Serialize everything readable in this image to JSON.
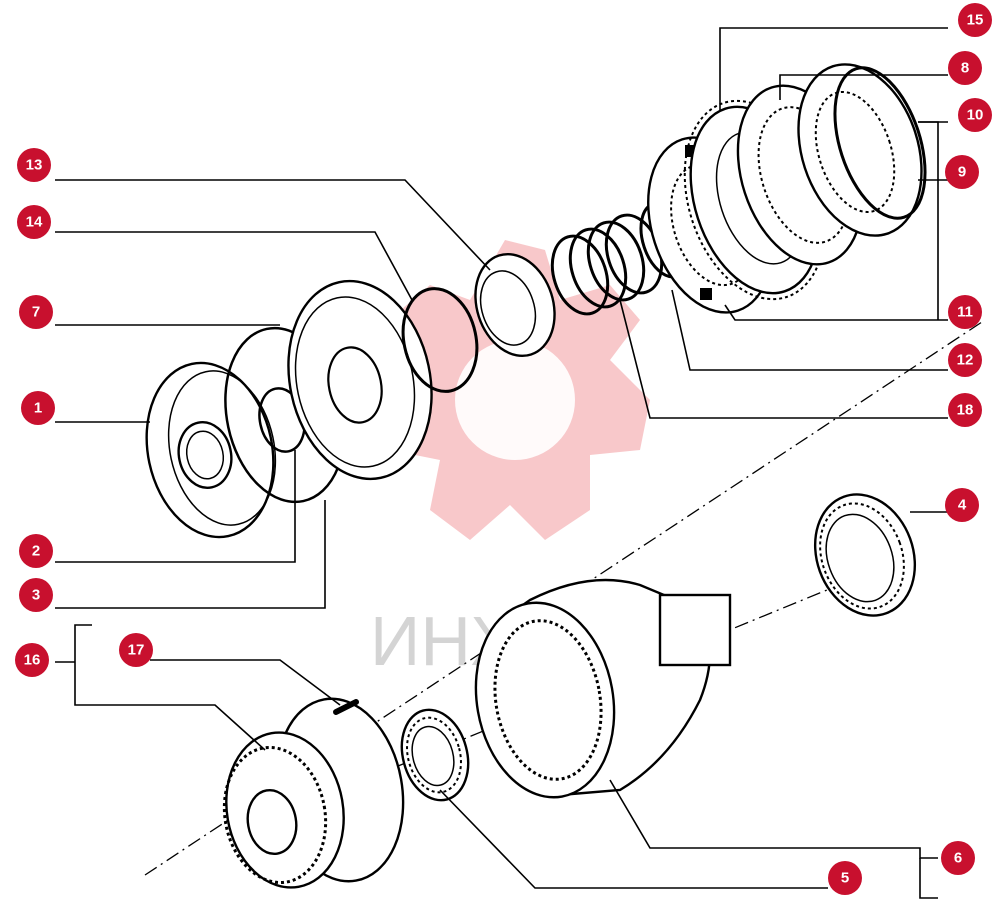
{
  "watermark": {
    "text": "ИНЖ",
    "color": "#f5b5b8"
  },
  "accent_color": "#c8102e",
  "callouts": {
    "c1": "1",
    "c2": "2",
    "c3": "3",
    "c4": "4",
    "c5": "5",
    "c6": "6",
    "c7": "7",
    "c8": "8",
    "c9": "9",
    "c10": "10",
    "c11": "11",
    "c12": "12",
    "c13": "13",
    "c14": "14",
    "c15": "15",
    "c16": "16",
    "c17": "17",
    "c18": "18"
  }
}
